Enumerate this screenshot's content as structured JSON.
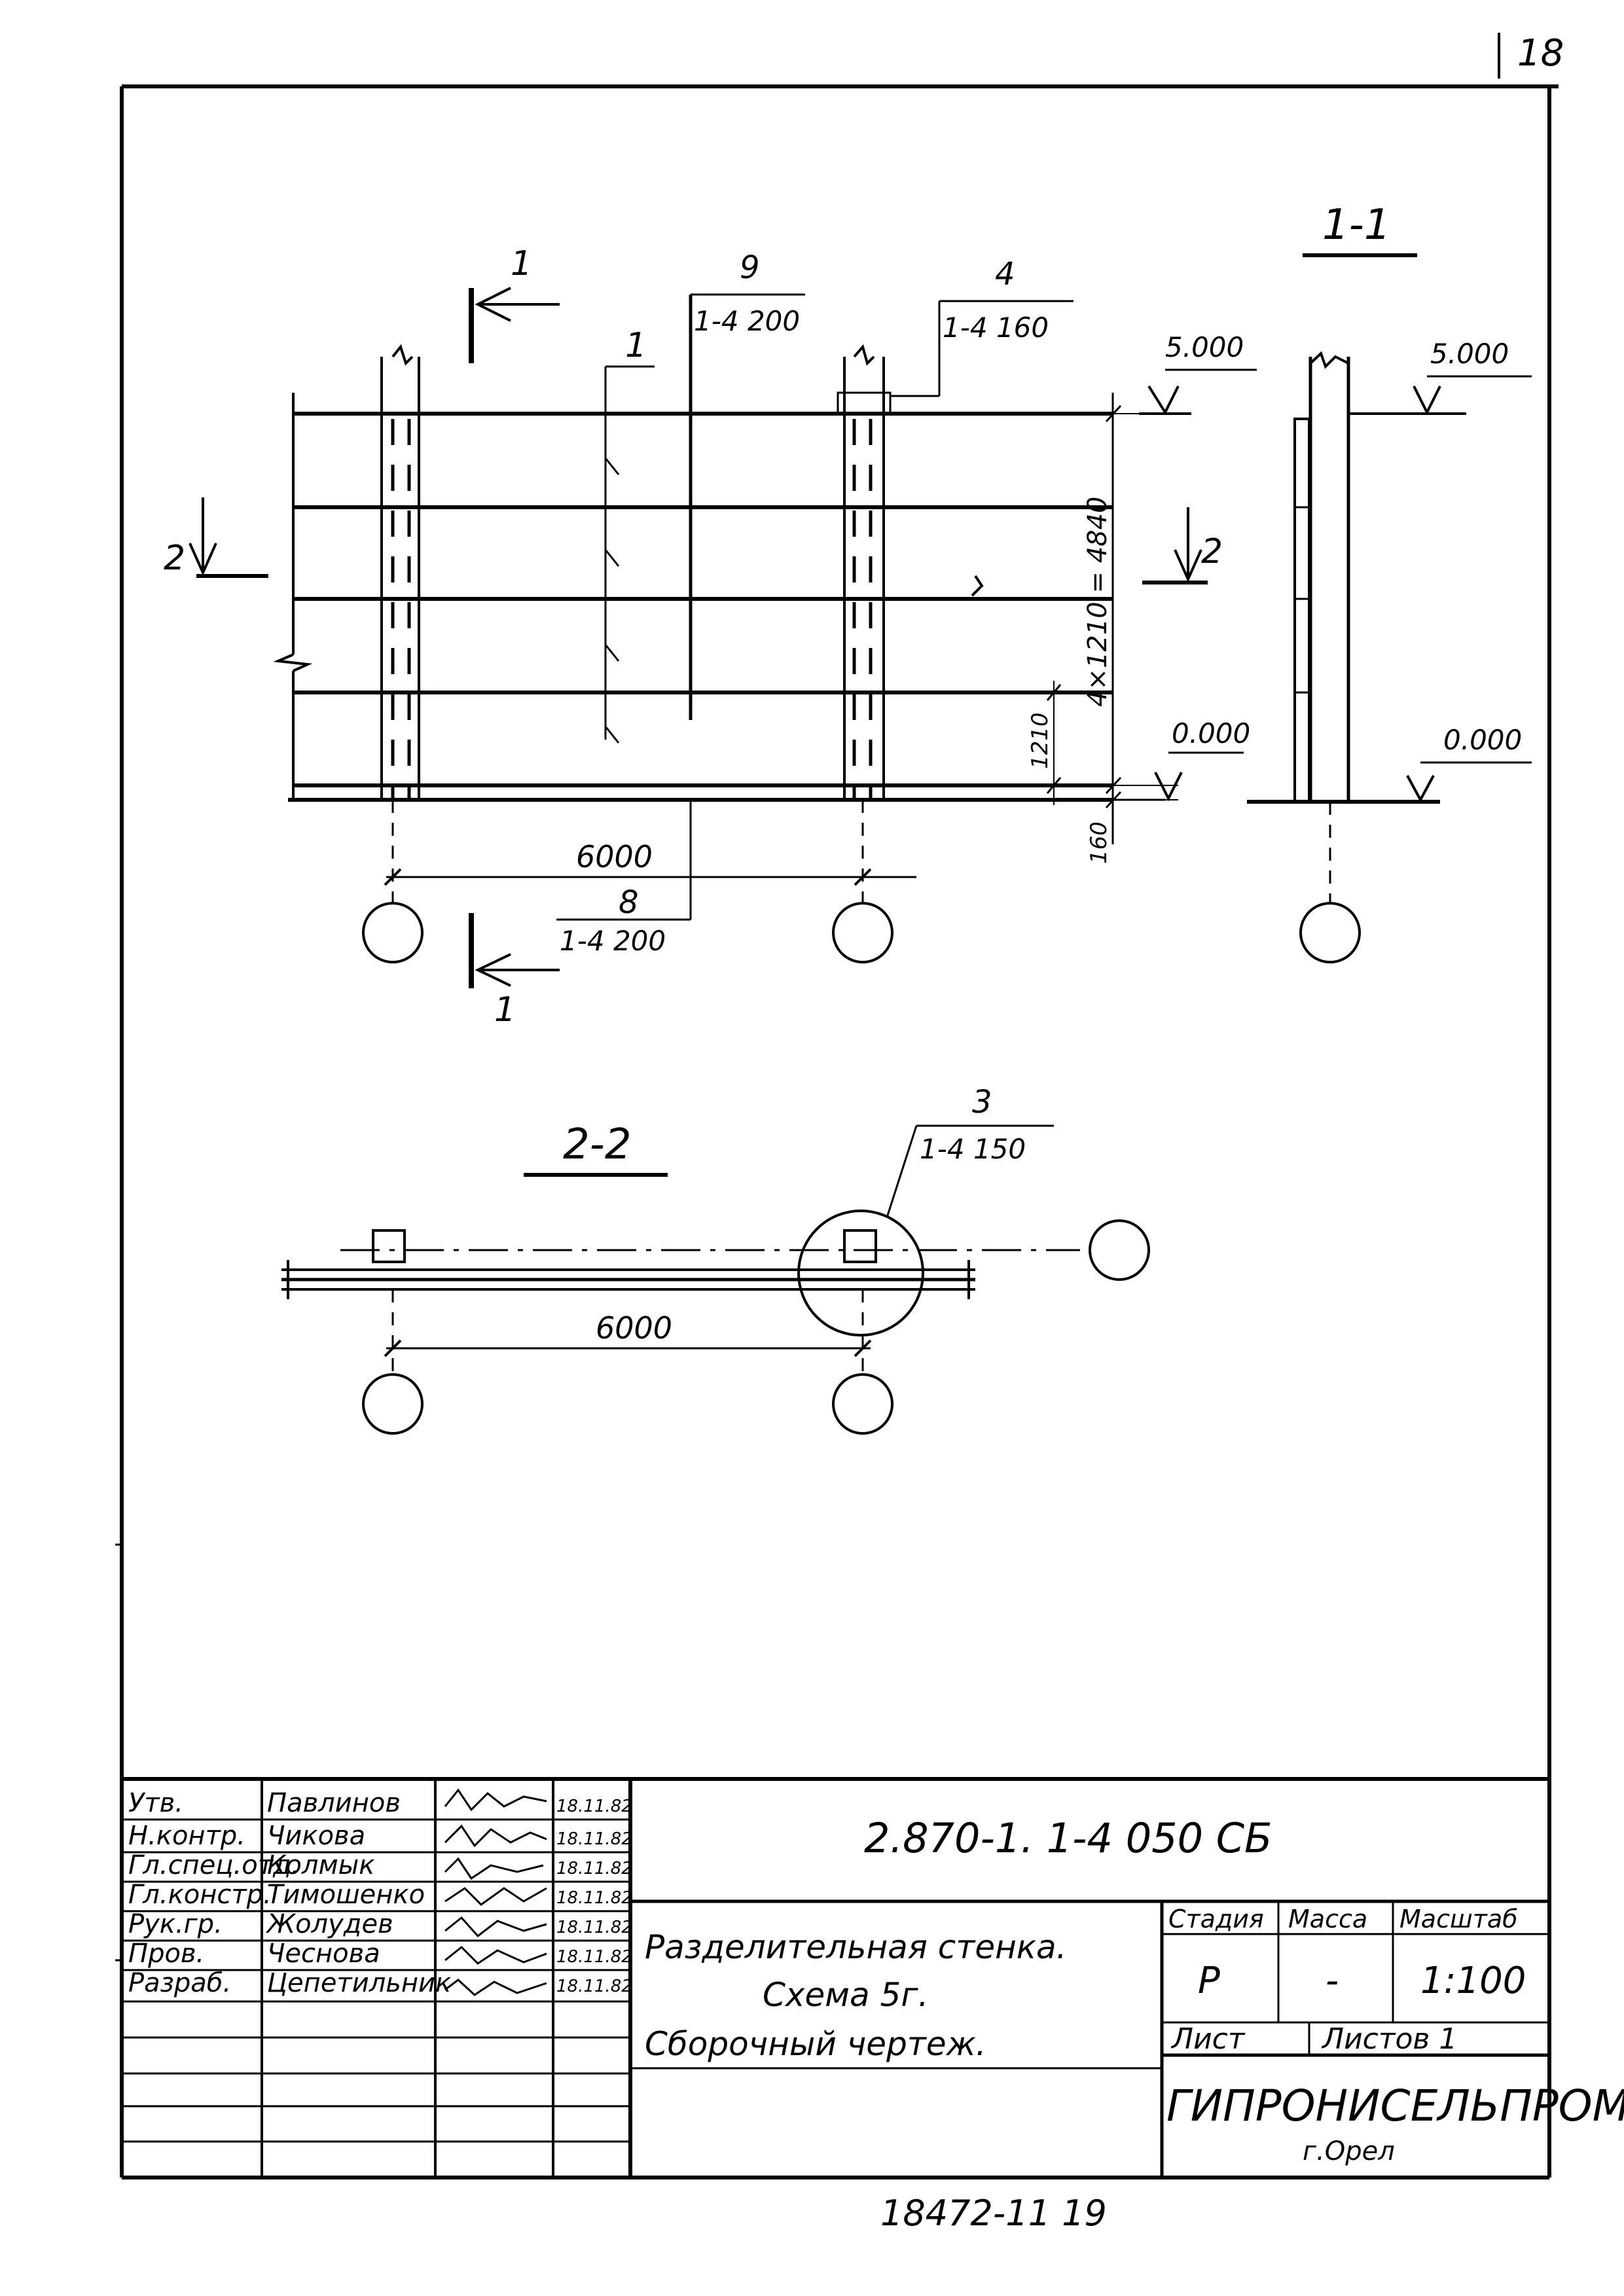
{
  "sheet_number": "18",
  "drawing": {
    "section_1_1_title": "1-1",
    "section_2_2_title": "2-2",
    "cut_1_label": "1",
    "cut_2_label": "2",
    "pos_1": "1",
    "pos_9": "9",
    "pos_9_ref": "1-4 200",
    "pos_4": "4",
    "pos_4_ref": "1-4 160",
    "pos_8": "8",
    "pos_8_ref": "1-4 200",
    "pos_3": "3",
    "pos_3_ref": "1-4 150",
    "elev_top": "5.000",
    "elev_zero": "0.000",
    "dim_span": "6000",
    "dim_height": "4×1210 = 4840",
    "dim_panel": "1210",
    "dim_base": "160",
    "dim_span_plan": "6000"
  },
  "title_block": {
    "roles": [
      "Утв.",
      "Н.контр.",
      "Гл.спец.отд.",
      "Гл.констр.",
      "Рук.гр.",
      "Пров.",
      "Разраб."
    ],
    "names": [
      "Павлинов",
      "Чикова",
      "Колмык",
      "Тимошенко",
      "Жолудев",
      "Чеснова",
      "Цепетильник"
    ],
    "dates": [
      "18.11.82",
      "18.11.82",
      "18.11.82",
      "18.11.82",
      "18.11.82",
      "18.11.82",
      "18.11.82"
    ],
    "designation": "2.870-1. 1-4 050 СБ",
    "title_line1": "Разделительная стенка.",
    "title_line2": "Схема 5г.",
    "title_line3": "Сборочный чертеж.",
    "stage_label": "Стадия",
    "mass_label": "Масса",
    "scale_label": "Масштаб",
    "stage_value": "Р",
    "mass_value": "-",
    "scale_value": "1:100",
    "sheet_label": "Лист",
    "sheets_label": "Листов 1",
    "org_name": "ГИПРОНИСЕЛЬПРОМ",
    "org_city": "г.Орел"
  },
  "footer_code": "18472-11  19"
}
